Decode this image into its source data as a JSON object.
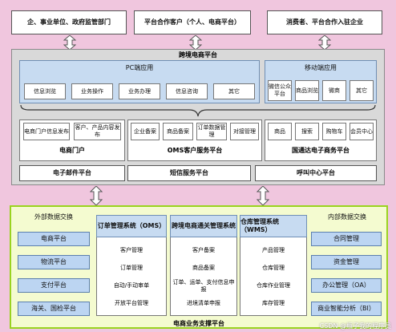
{
  "top_row": {
    "left": "企、事业单位、政府监管部门",
    "center": "平台合作客户（个人、电商平台）",
    "right": "消费者、平台合作入驻企业"
  },
  "platform": {
    "title": "跨境电商平台",
    "pc": {
      "title": "PC端应用",
      "items": [
        "信息浏览",
        "业务操作",
        "业务办理",
        "信息咨询",
        "其它"
      ]
    },
    "mobile": {
      "title": "移动端应用",
      "items": [
        "微信公众平台",
        "商品浏览",
        "微商",
        "其它"
      ]
    },
    "portal": {
      "title": "电商门户",
      "items": [
        "电商门户信息发布",
        "客户、产品内容发布"
      ]
    },
    "oms": {
      "title": "OMS客户服务平台",
      "items": [
        "企业备案",
        "商品备案",
        "订单数据管理",
        "对接管理"
      ]
    },
    "guotong": {
      "title": "国通达电子商务平台",
      "items": [
        "商品",
        "搜索",
        "购物车",
        "会员中心"
      ]
    },
    "bottom": [
      "电子邮件平台",
      "短信服务平台",
      "呼叫中心平台"
    ]
  },
  "support": {
    "title": "电商业务支撑平台",
    "external": {
      "title": "外部数据交换",
      "items": [
        "电商平台",
        "物流平台",
        "支付平台",
        "海关、国检平台"
      ]
    },
    "order_system": {
      "title": "订单管理系统（OMS）",
      "items": [
        "客户管理",
        "订单管理",
        "自动/手动审单",
        "开放平台管理"
      ]
    },
    "customs_system": {
      "title": "跨境电商通关管理系统",
      "items": [
        "客户备案",
        "商品备案",
        "订单、运单、支付信息申报",
        "进境清单申报"
      ]
    },
    "warehouse_system": {
      "title": "仓库管理系统（WMS）",
      "items": [
        "产品管理",
        "仓库管理",
        "仓库作业管理",
        "库存管理"
      ]
    },
    "internal": {
      "title": "内部数据交换",
      "items": [
        "合同管理",
        "资金管理",
        "办公管理（OA）",
        "商业智能分析（BI）"
      ]
    }
  },
  "watermark": "CSDN @瓶子我的程序员",
  "colors": {
    "page_bg": "#f0c6de",
    "platform_bg": "#d9d9d9",
    "support_bg": "#f4fbd0",
    "support_border": "#9ad31f",
    "blue_box": "#c7dbf1"
  }
}
